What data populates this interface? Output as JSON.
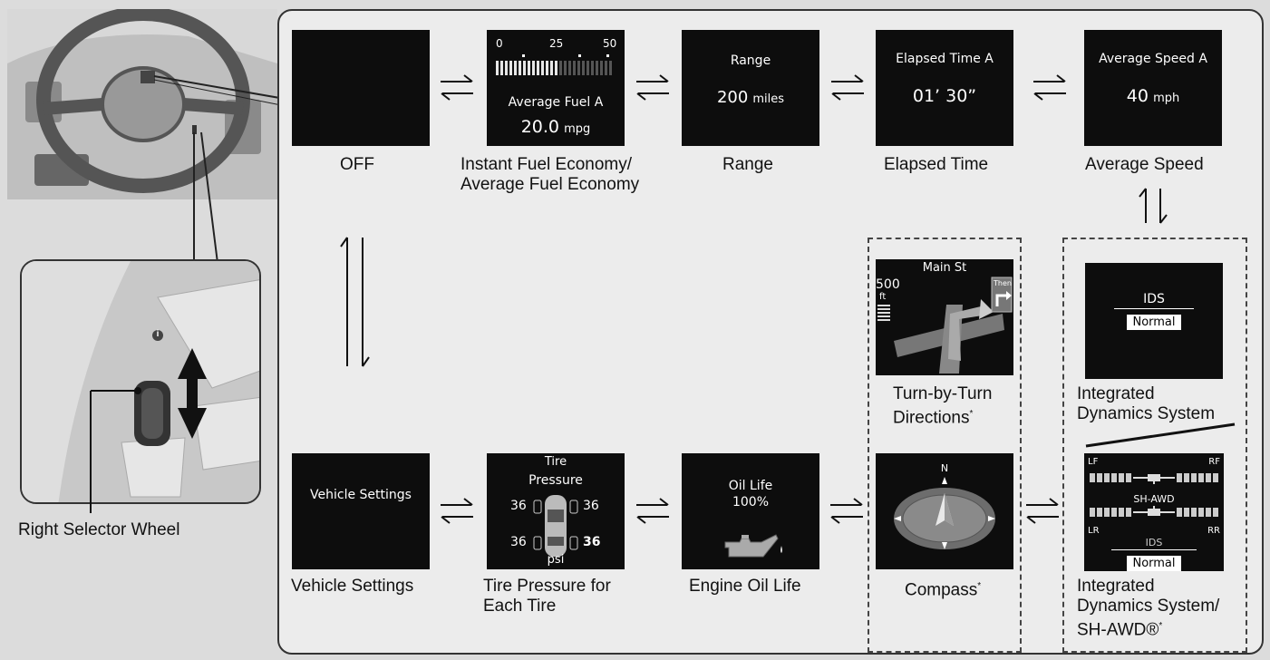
{
  "screens": {
    "off": {
      "caption": "OFF"
    },
    "fuel": {
      "scale": [
        "0",
        "25",
        "50"
      ],
      "title": "Average Fuel A",
      "value": "20.0",
      "unit": "mpg",
      "caption_line1": "Instant Fuel Economy/",
      "caption_line2": "Average Fuel Economy"
    },
    "range": {
      "title": "Range",
      "value": "200",
      "unit": "miles",
      "caption": "Range"
    },
    "elapsed": {
      "title": "Elapsed Time A",
      "value": "01’ 30”",
      "caption": "Elapsed Time"
    },
    "speed": {
      "title": "Average Speed A",
      "value": "40",
      "unit": "mph",
      "caption": "Average Speed"
    },
    "turn": {
      "street": "Main St",
      "distance": "500",
      "distance_unit": "ft",
      "then": "Then",
      "caption_line1": "Turn-by-Turn",
      "caption_line2": "Directions",
      "asterisk": "*"
    },
    "ids": {
      "title": "IDS",
      "mode": "Normal",
      "caption_line1": "Integrated",
      "caption_line2": "Dynamics System"
    },
    "shawd": {
      "lf": "LF",
      "rf": "RF",
      "lr": "LR",
      "rr": "RR",
      "center": "SH-AWD",
      "title": "IDS",
      "mode": "Normal",
      "caption_line1": "Integrated",
      "caption_line2": "Dynamics System/",
      "caption_line3": "SH-AWD®",
      "asterisk": "*"
    },
    "compass": {
      "north": "N",
      "caption": "Compass",
      "asterisk": "*"
    },
    "oil": {
      "title": "Oil Life",
      "value": "100%",
      "caption": "Engine Oil Life"
    },
    "tire": {
      "title_line1": "Tire",
      "title_line2": "Pressure",
      "fl": "36",
      "fr": "36",
      "rl": "36",
      "rr": "36",
      "unit": "psi",
      "caption_line1": "Tire Pressure for",
      "caption_line2": "Each Tire"
    },
    "vehicle": {
      "title": "Vehicle Settings",
      "caption": "Vehicle Settings"
    }
  },
  "callout": {
    "label": "Right Selector Wheel",
    "info_glyph": "i"
  }
}
